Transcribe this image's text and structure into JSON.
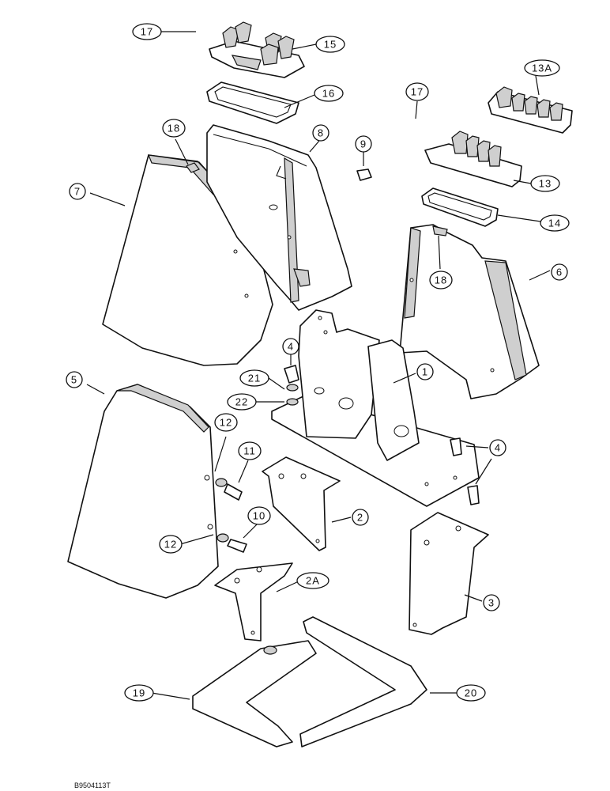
{
  "callouts": {
    "c17a": "17",
    "c15": "15",
    "c16": "16",
    "c18a": "18",
    "c8": "8",
    "c7": "7",
    "c9": "9",
    "c17b": "17",
    "c13a": "13A",
    "c13": "13",
    "c14": "14",
    "c18b": "18",
    "c6": "6",
    "c4a": "4",
    "c21": "21",
    "c22": "22",
    "c1": "1",
    "c5": "5",
    "c12a": "12",
    "c11": "11",
    "c4b": "4",
    "c2": "2",
    "c10": "10",
    "c12b": "12",
    "c2a": "2A",
    "c3": "3",
    "c19": "19",
    "c20": "20"
  },
  "figure_ref": "B9504113T"
}
